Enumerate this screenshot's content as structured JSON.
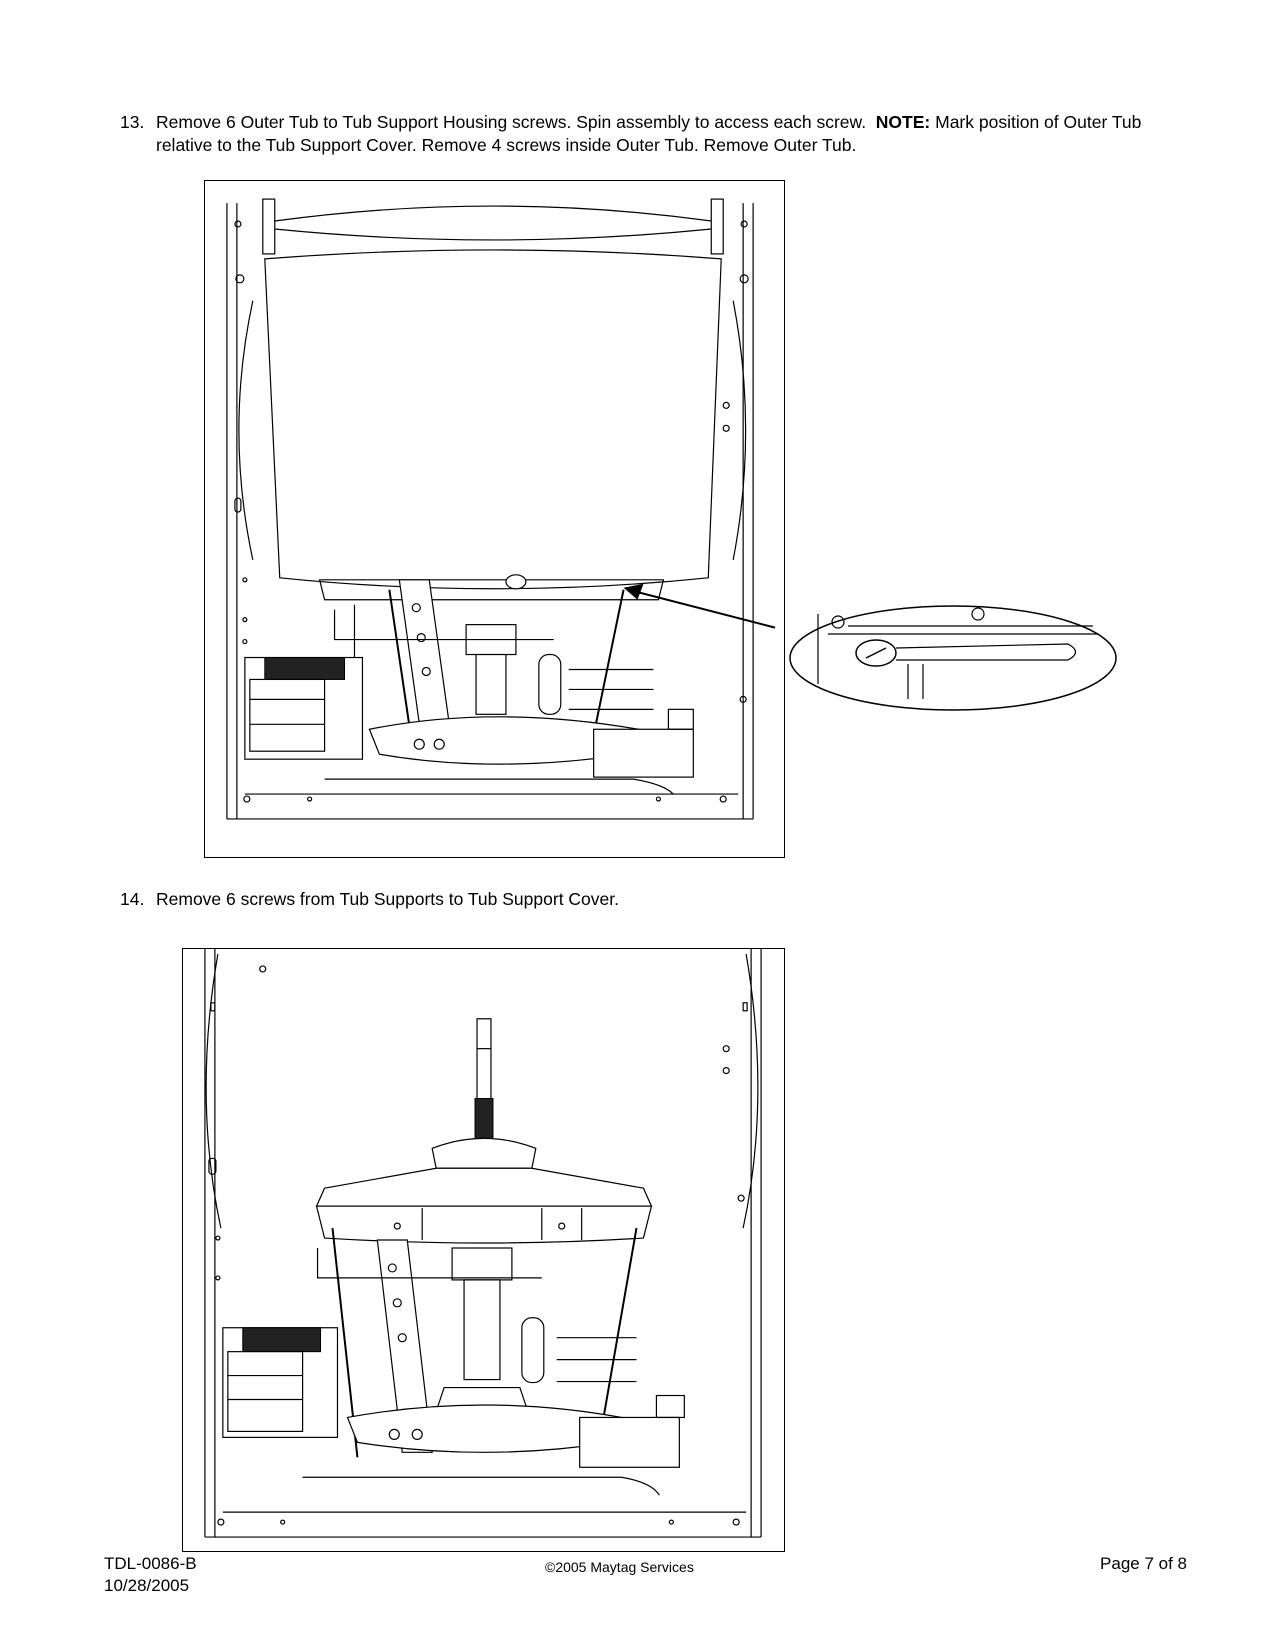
{
  "steps": [
    {
      "number": "13.",
      "text_part1": "Remove 6 Outer Tub to Tub Support Housing screws. Spin assembly to access each screw.",
      "note_label": "NOTE:",
      "text_part2": "Mark position of Outer Tub relative to the Tub Support Cover. Remove 4 screws inside Outer Tub. Remove Outer Tub."
    },
    {
      "number": "14.",
      "text": "Remove 6 screws from Tub Supports to Tub Support Cover."
    }
  ],
  "footer": {
    "doc_id": "TDL-0086-B",
    "date": "10/28/2005",
    "copyright": "©2005 Maytag Services",
    "page": "Page 7 of 8"
  }
}
